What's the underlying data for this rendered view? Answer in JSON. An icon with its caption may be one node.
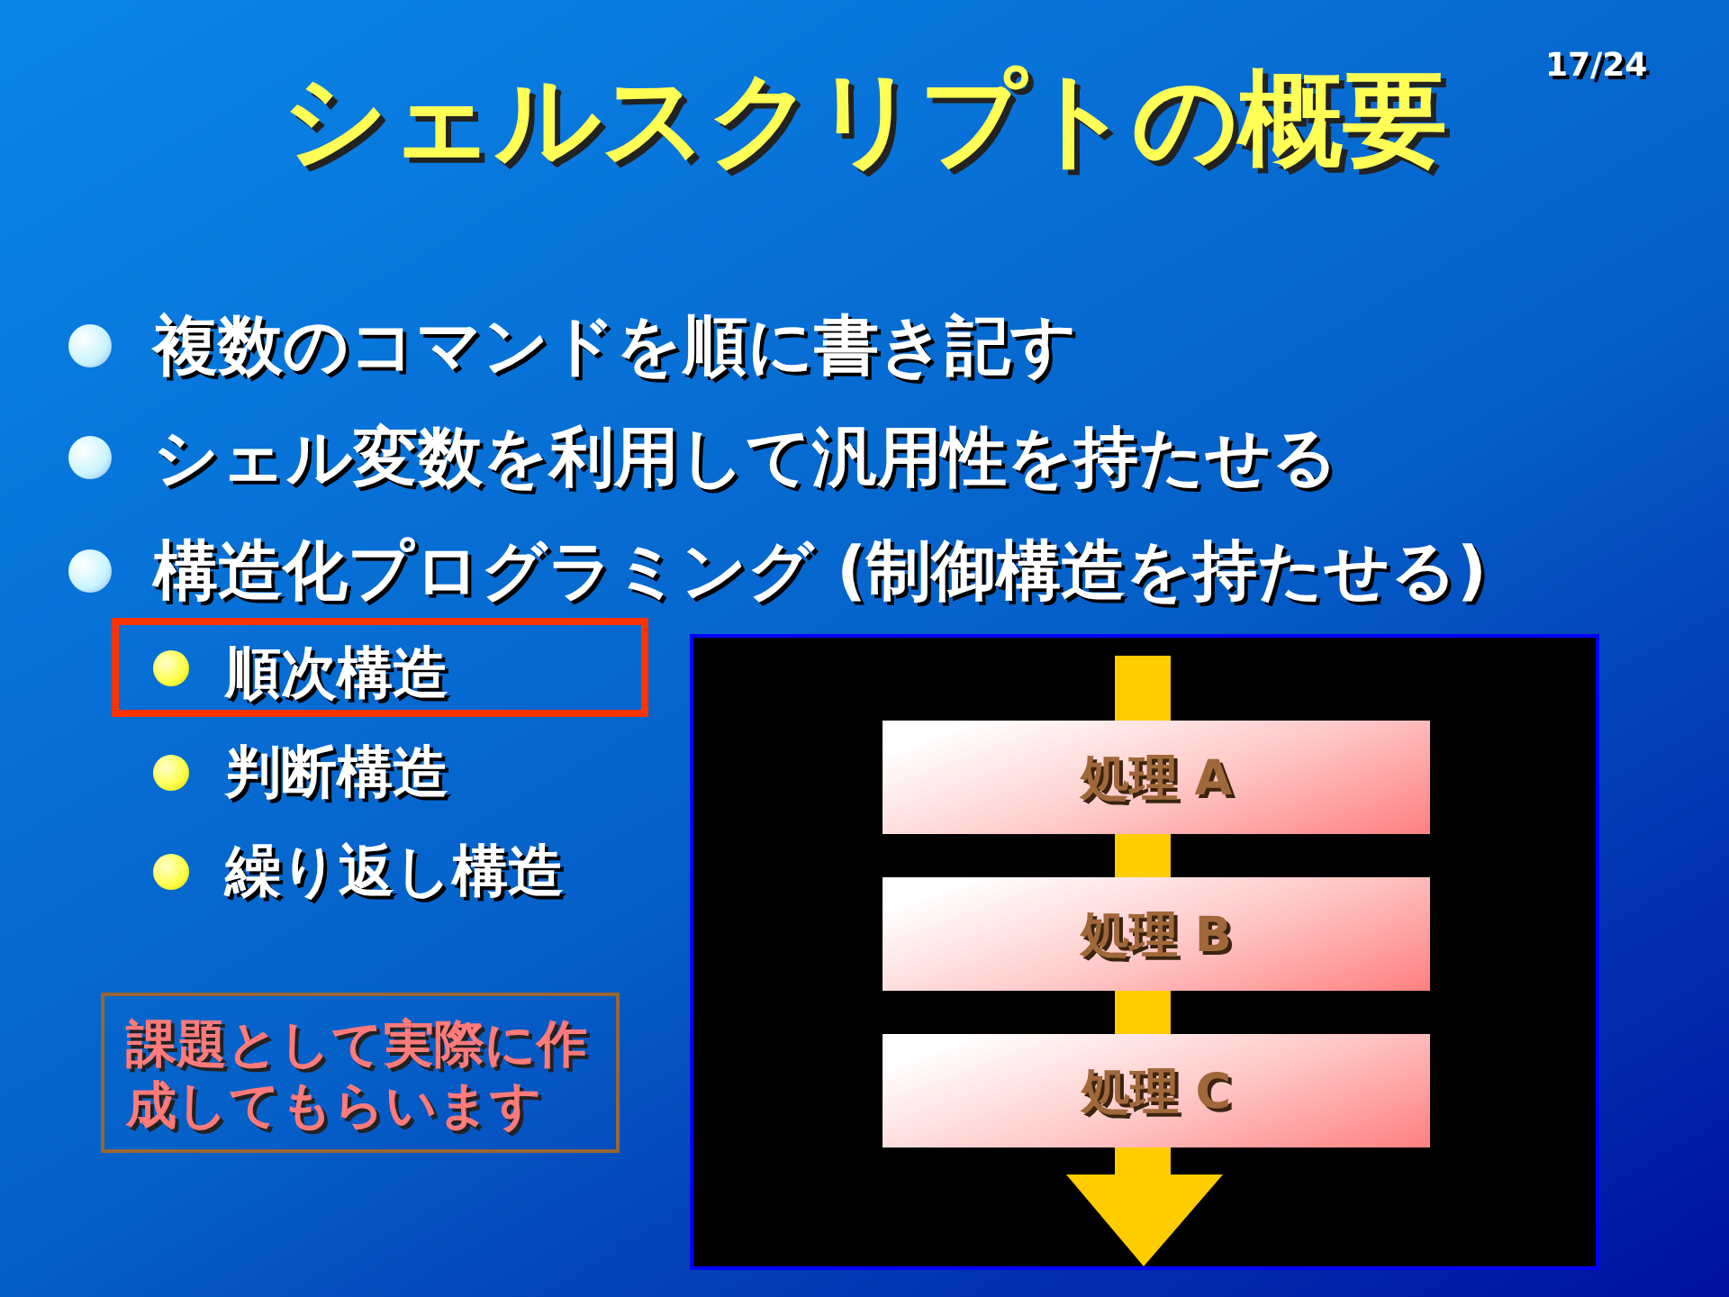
{
  "diagram": {
    "title": "シェルスクリプトの概要",
    "nodes": [
      {
        "text": [
          "順次構造"
        ]
      },
      {
        "text": [],
        "shape": "box"
      },
      {
        "text": [
          "処理 A"
        ],
        "in": 1
      },
      {
        "text": [
          "処理 B"
        ],
        "in": 1
      },
      {
        "text": [
          "処理 C"
        ],
        "in": 1
      },
      {
        "text": [
          "課題として実際に作成してもらいます"
        ]
      }
    ],
    "edges": [],
    "labels": [
      "17/24",
      "複数のコマンドを順に書き記す",
      "シェル変数を利用して汎用性を持たせる",
      "構造化プログラミング (制御構造を持たせる)",
      "判断構造",
      "繰り返し構造"
    ]
  }
}
